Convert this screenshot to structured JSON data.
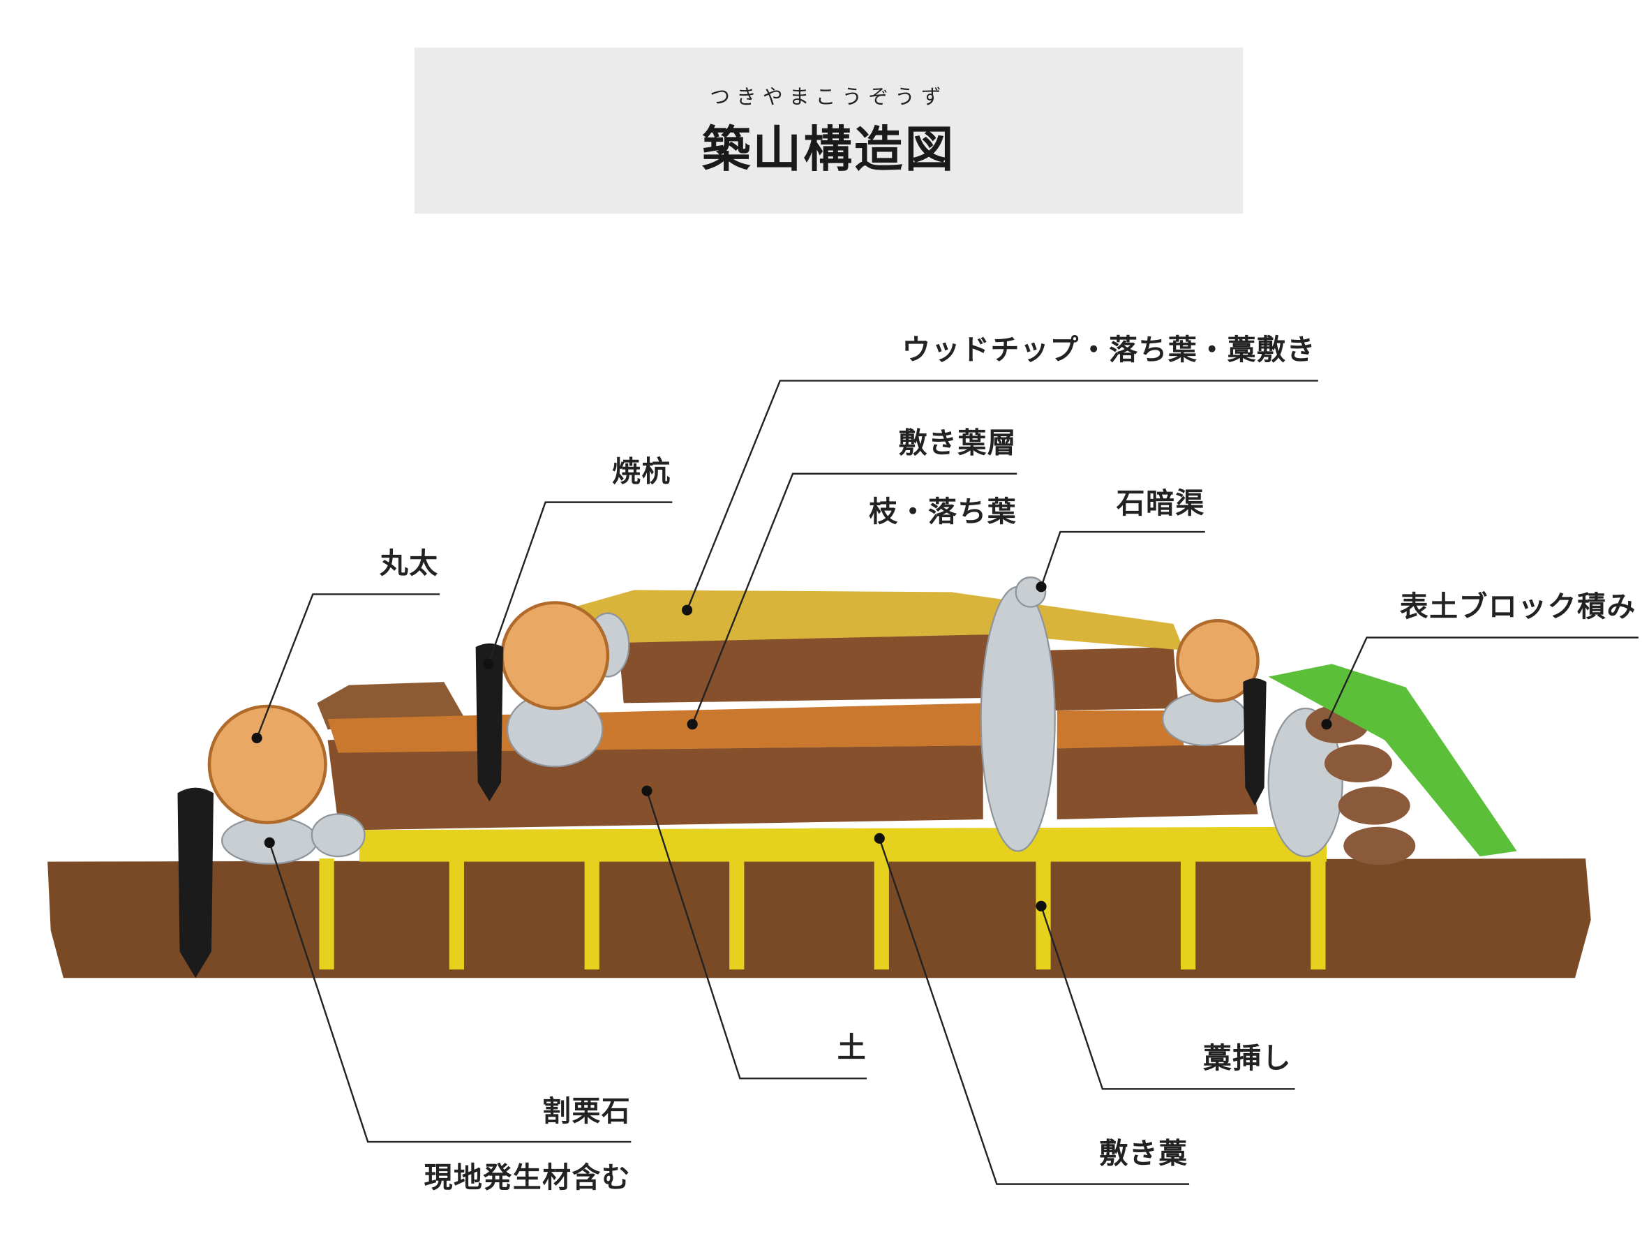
{
  "title": {
    "ruby": "つきやまこうぞうず",
    "main": "築山構造図"
  },
  "labels": {
    "woodchip": "ウッドチップ・落ち葉・藁敷き",
    "leaf_layer": "敷き葉層",
    "branches": "枝・落ち葉",
    "charred_stake": "焼杭",
    "log": "丸太",
    "stone_drain": "石暗渠",
    "topsoil_block": "表土ブロック積み",
    "soil": "土",
    "straw_insert": "藁挿し",
    "crushed_stone": "割栗石",
    "local_material": "現地発生材含む",
    "straw_mat": "敷き藁"
  },
  "colors": {
    "title_bg": "#ebebeb",
    "soil": "#7a4a26",
    "straw": "#e6d21e",
    "stone": "#c9ced3",
    "log": "#e9a864",
    "grass": "#5bbf3a",
    "stake": "#1b1b1b"
  }
}
